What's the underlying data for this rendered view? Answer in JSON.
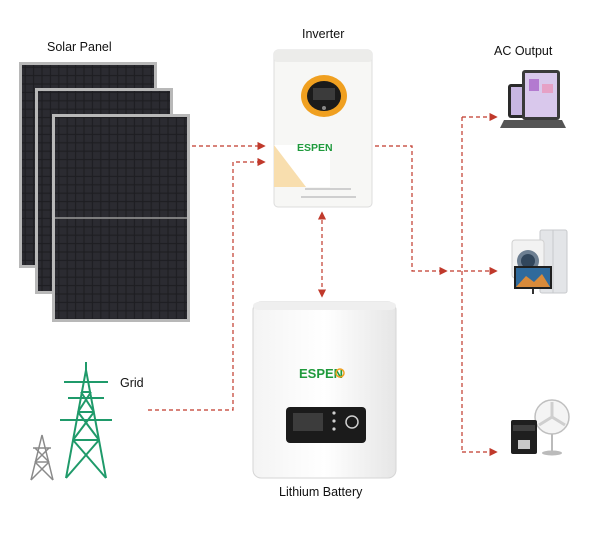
{
  "labels": {
    "solar_panel": "Solar Panel",
    "inverter": "Inverter",
    "ac_output": "AC Output",
    "grid": "Grid",
    "lithium_battery": "Lithium Battery"
  },
  "brand": {
    "inverter_logo": "ESPEN",
    "battery_logo": "ESPEN"
  },
  "colors": {
    "flow_line": "#c0392b",
    "brand_green": "#1f9a3c",
    "brand_orange": "#f0a020",
    "panel_cell": "#1e1e22"
  },
  "flows": [
    {
      "from": "solar_panel",
      "to": "inverter"
    },
    {
      "from": "grid",
      "to": "inverter"
    },
    {
      "from": "inverter",
      "to": "lithium_battery",
      "bidirectional": true
    },
    {
      "from": "inverter",
      "to": "ac_output"
    }
  ],
  "ac_output_devices": [
    "laptop-tablet",
    "appliances-tv-fridge-washer",
    "coffee-machine-fan"
  ]
}
